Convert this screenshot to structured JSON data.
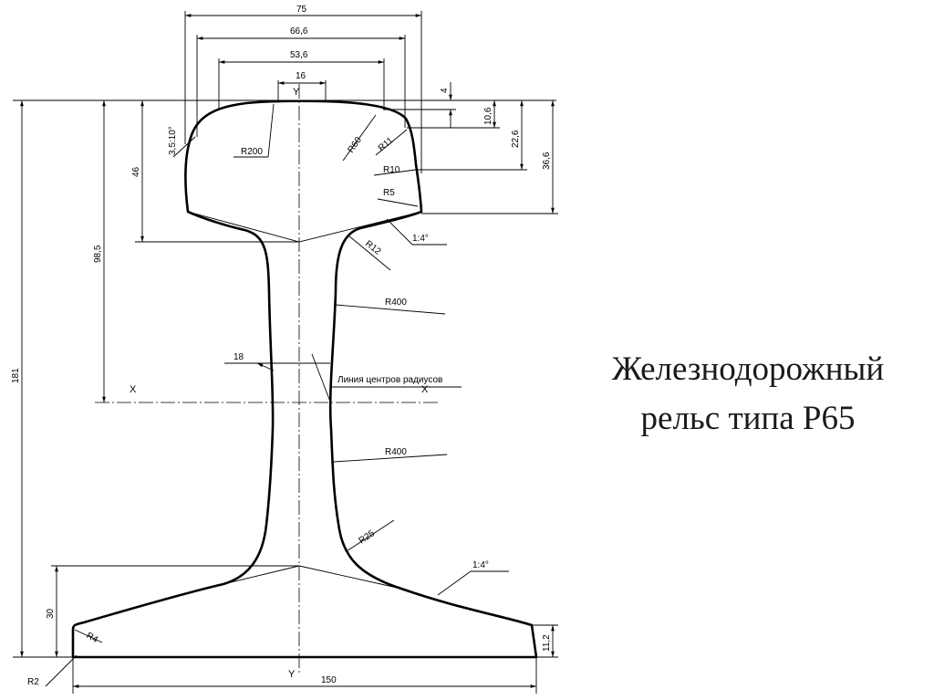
{
  "caption": {
    "line1": "Железнодорожный",
    "line2": "рельс типа Р65"
  },
  "axes": {
    "y_top": "Y",
    "y_bottom": "Y",
    "x_left": "X",
    "x_right": "X",
    "radius_line": "Линия центров радиусов"
  },
  "dimensions": {
    "d75": "75",
    "d66_6": "66,6",
    "d53_6": "53,6",
    "d16": "16",
    "d4": "4",
    "d10_6": "10,6",
    "d22_6": "22,6",
    "d36_6": "36,6",
    "d46": "46",
    "d98_5": "98,5",
    "d181": "181",
    "d18": "18",
    "d30": "30",
    "d11_2": "11,2",
    "d150": "150",
    "slope_head": "3,5:10°",
    "slope_neck": "1:4°",
    "slope_base": "1:4°"
  },
  "radii": {
    "r200": "R200",
    "r60": "R60",
    "r11": "R11",
    "r10": "R10",
    "r5": "R5",
    "r12": "R12",
    "r400_top": "R400",
    "r400_bottom": "R400",
    "r25": "R25",
    "r4": "R4",
    "r2": "R2"
  },
  "colors": {
    "ink": "#000000",
    "caption": "#1a1a1a",
    "background": "#ffffff"
  }
}
